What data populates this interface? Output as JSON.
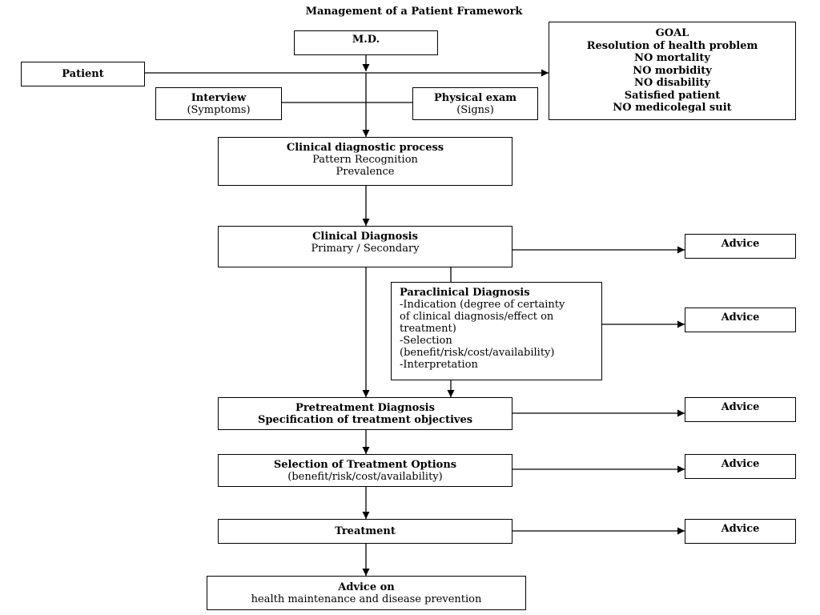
{
  "title": "Management of a Patient Framework",
  "nodes": {
    "md": "M.D.",
    "patient": "Patient",
    "goal": [
      "GOAL",
      "Resolution of health problem",
      "NO mortality",
      "NO morbidity",
      "NO disability",
      "Satisfied patient",
      "NO medicolegal suit"
    ],
    "interview": {
      "title": "Interview",
      "sub": "(Symptoms)"
    },
    "physical_exam": {
      "title": "Physical exam",
      "sub": "(Signs)"
    },
    "clinical_process": {
      "title": "Clinical diagnostic process",
      "lines": [
        "Pattern Recognition",
        "Prevalence"
      ]
    },
    "clinical_diagnosis": {
      "title": "Clinical Diagnosis",
      "sub": "Primary / Secondary"
    },
    "paraclinical": {
      "title": "Paraclinical Diagnosis",
      "lines": [
        "-Indication (degree of certainty",
        "of clinical diagnosis/effect on",
        "treatment)",
        "-Selection",
        "(benefit/risk/cost/availability)",
        "-Interpretation"
      ]
    },
    "pretreatment": {
      "title": "Pretreatment Diagnosis",
      "sub": "Specification of treatment objectives"
    },
    "selection": {
      "title": "Selection of Treatment Options",
      "sub": "(benefit/risk/cost/availability)"
    },
    "treatment": "Treatment",
    "advice_on": {
      "title": "Advice on",
      "sub": "health maintenance and disease prevention"
    },
    "advice": [
      "Advice",
      "Advice",
      "Advice",
      "Advice",
      "Advice"
    ]
  }
}
